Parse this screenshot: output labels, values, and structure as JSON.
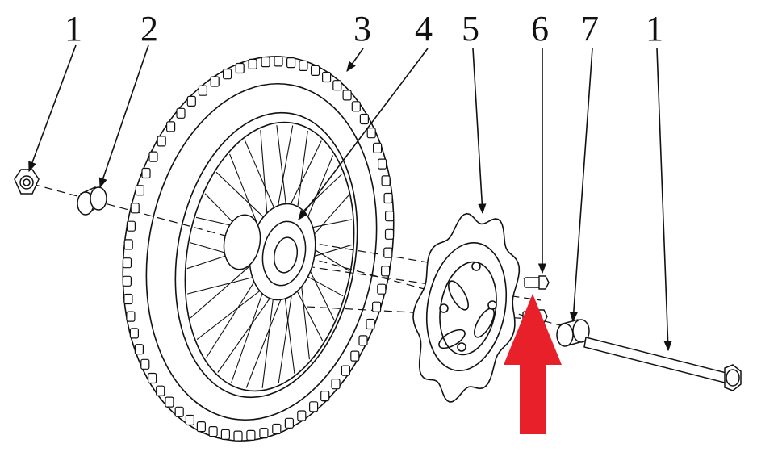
{
  "callouts": [
    {
      "id": "c1a",
      "label": "1"
    },
    {
      "id": "c2",
      "label": "2"
    },
    {
      "id": "c3",
      "label": "3"
    },
    {
      "id": "c4",
      "label": "4"
    },
    {
      "id": "c5",
      "label": "5"
    },
    {
      "id": "c6",
      "label": "6"
    },
    {
      "id": "c7",
      "label": "7"
    },
    {
      "id": "c1b",
      "label": "1"
    }
  ],
  "colors": {
    "line": "#111111",
    "highlight_arrow": "#e8202a",
    "background": "#ffffff"
  },
  "icons": {
    "highlight": "up-arrow-icon"
  }
}
